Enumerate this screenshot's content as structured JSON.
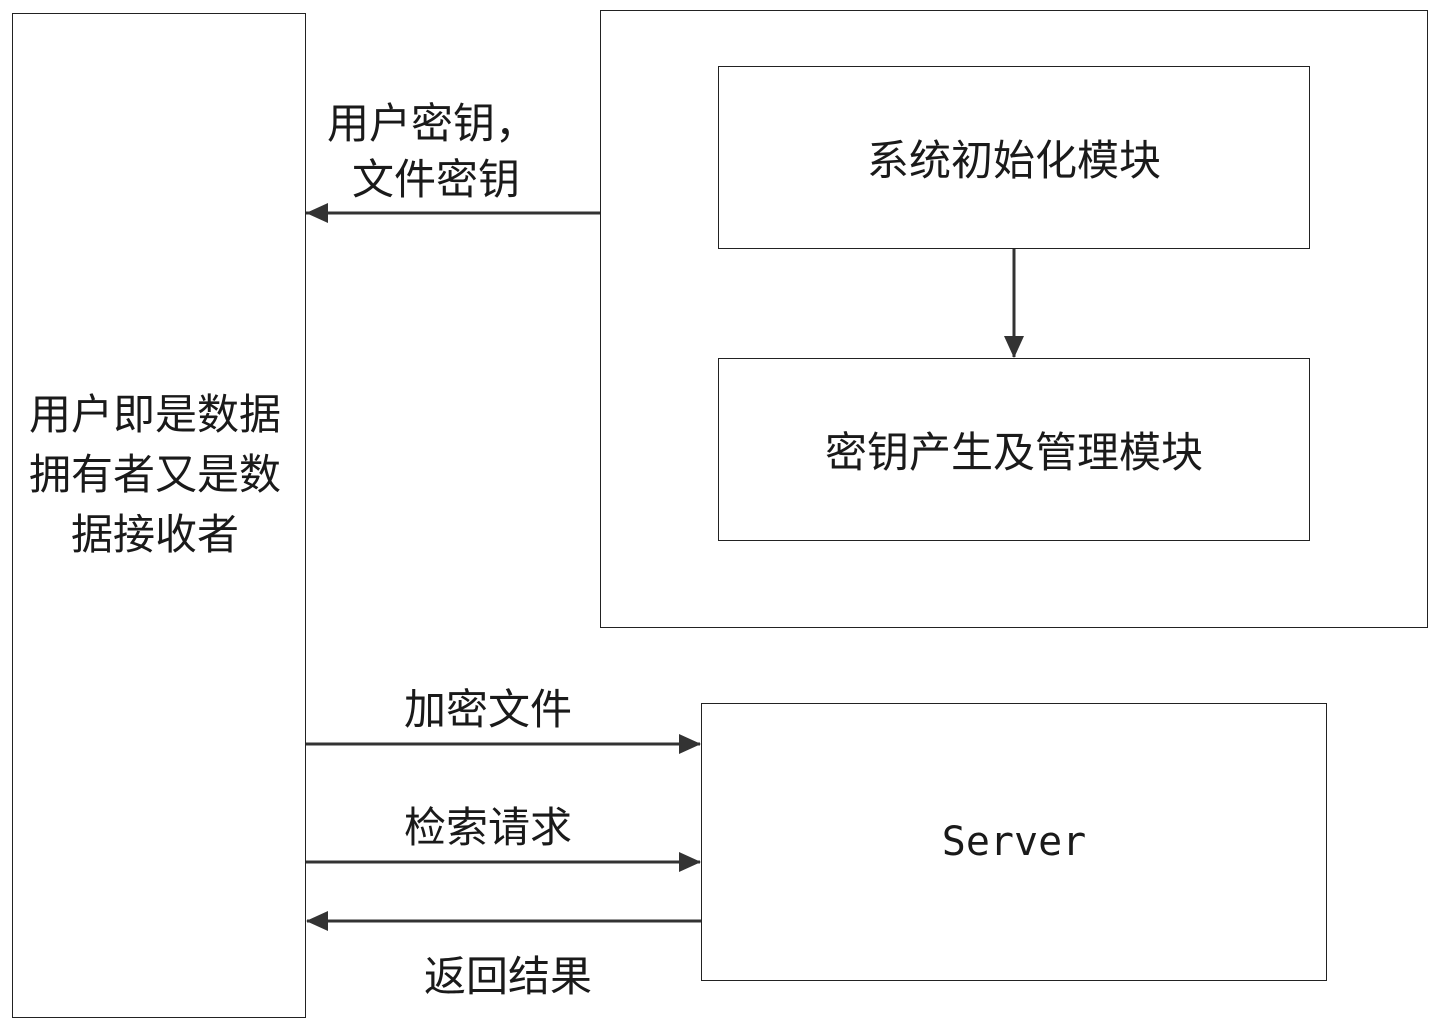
{
  "user": {
    "label": "用户即是数据拥有者又是数据接收者"
  },
  "authority": {
    "init_module": "系统初始化模块",
    "keygen_module": "密钥产生及管理模块"
  },
  "server": {
    "label": "Server"
  },
  "edges": {
    "keys_line1": "用户密钥，",
    "keys_line2": "文件密钥",
    "upload": "加密文件",
    "query": "检索请求",
    "result": "返回结果"
  }
}
